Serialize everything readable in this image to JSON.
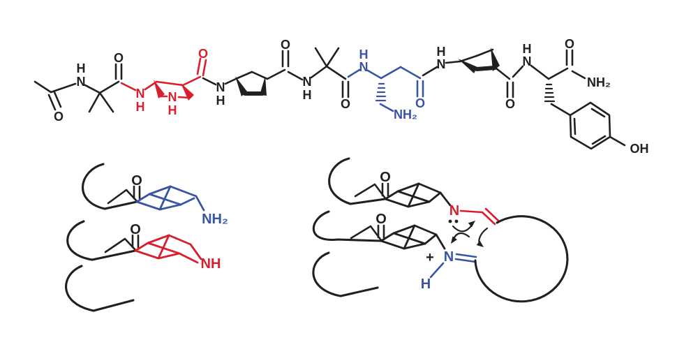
{
  "colors": {
    "ink": "#221f1f",
    "red": "#d81f2e",
    "blue": "#3a54a4",
    "background": "#ffffff"
  },
  "top": {
    "o_acetyl": "O",
    "n_aib1": "N",
    "h_aib1": "H",
    "o_aib1": "O",
    "n_red_amide": "N",
    "h_red_amide": "H",
    "n_red_ring": "N",
    "h_red_ring": "H",
    "o_red": "O",
    "n_acpc1": "N",
    "h_acpc1": "H",
    "o_acpc1": "O",
    "n_aib2": "N",
    "h_aib2": "H",
    "o_aib2": "O",
    "n_blue": "N",
    "h_blue": "H",
    "nh2_blue": "NH₂",
    "o_blue": "O",
    "n_amide3": "N",
    "h_amide3": "H",
    "o_acpc2": "O",
    "n_tyr": "N",
    "h_tyr": "H",
    "o_tyr": "O",
    "nh2_terminal": "NH₂",
    "oh_tyr": "OH"
  },
  "left_scheme": {
    "o_ketone_top": "O",
    "nh2_amine": "NH₂",
    "o_ketone_bottom": "O",
    "nh_ring": "NH"
  },
  "right_scheme": {
    "o_ketone_top": "O",
    "n_enamine": "N",
    "o_ketone_bottom": "O",
    "plus": "+",
    "n_iminium": "N",
    "h_iminium": "H"
  }
}
